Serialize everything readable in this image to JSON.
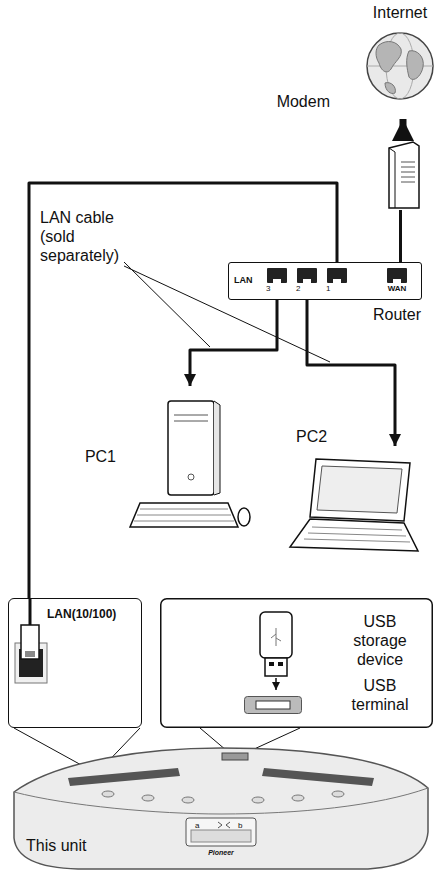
{
  "diagram": {
    "nodes": [
      {
        "text": [
          "Internet"
        ]
      },
      {
        "text": [
          "Modem"
        ]
      },
      {
        "text": [
          "LAN",
          "Router"
        ]
      },
      {
        "text": [
          "3"
        ],
        "in": 2
      },
      {
        "text": [
          "2"
        ],
        "in": 2
      },
      {
        "text": [
          "1"
        ],
        "in": 2
      },
      {
        "text": [
          "WAN"
        ],
        "in": 2
      },
      {
        "text": [
          "PC1"
        ]
      },
      {
        "text": [
          "PC2"
        ]
      },
      {
        "text": [
          "This unit"
        ]
      },
      {
        "text": [
          "LAN(10/100)"
        ]
      },
      {
        "text": [
          "USB storage device"
        ]
      },
      {
        "text": [
          "USB terminal"
        ]
      }
    ],
    "edges": [
      {
        "from": 1,
        "to": 0,
        "arrow": "to"
      },
      {
        "from": 6,
        "to": 1,
        "arrow": "none"
      },
      {
        "from": 5,
        "to": 10,
        "arrow": "none"
      },
      {
        "from": 3,
        "to": 7,
        "arrow": "to"
      },
      {
        "from": 4,
        "to": 8,
        "arrow": "to"
      },
      {
        "from": 11,
        "to": 12,
        "arrow": "to"
      }
    ],
    "labels": [
      "LAN cable (sold separately)",
      "a",
      "b",
      "Pioneer"
    ]
  }
}
